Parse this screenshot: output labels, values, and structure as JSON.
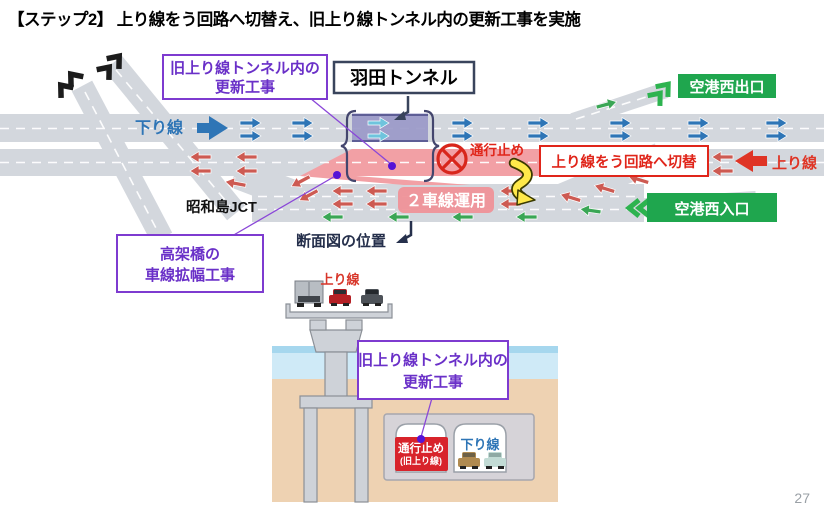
{
  "title": "【ステップ2】 上り線をう回路へ切替え、旧上り線トンネル内の更新工事を実施",
  "page_number": "27",
  "colors": {
    "road_gray": "#d3d7dd",
    "closed_pink": "#f2a0a5",
    "tunnel_purple": "#9b9ac8",
    "line_blue": "#2e75b6",
    "arrow_cyan": "#6fc4dd",
    "arrow_red": "#cd5a52",
    "accent_red": "#e0251a",
    "solid_red": "#df3425",
    "green": "#1fa64e",
    "arrow_green": "#2db34f",
    "callout_purple": "#7e3bd0",
    "switch_yellow": "#ffe94a",
    "badge_pink": "#ef9298",
    "closed_bore_red": "#d8232b"
  },
  "diagram": {
    "tunnel_box": "羽田トンネル",
    "old_tunnel_callout": {
      "line1": "旧上り線トンネル内の",
      "line2": "更新工事"
    },
    "viaduct_callout": {
      "line1": "高架橋の",
      "line2": "車線拡幅工事"
    },
    "down_line_label": "下り線",
    "up_line_label": "上り線",
    "jct_label": "昭和島JCT",
    "closure_label": "通行止め",
    "switch_callout": "上り線をう回路へ切替",
    "two_lane_badge": "２車線運用",
    "airport_west_exit": "空港西出口",
    "airport_west_entrance": "空港西入口",
    "section_position_label": "断面図の位置"
  },
  "cross_section": {
    "up_line_label": "上り線",
    "work_callout": {
      "line1": "旧上り線トンネル内の",
      "line2": "更新工事"
    },
    "closed_bore": {
      "line1": "通行止め",
      "line2": "(旧上り線)"
    },
    "down_line_label": "下り線"
  }
}
